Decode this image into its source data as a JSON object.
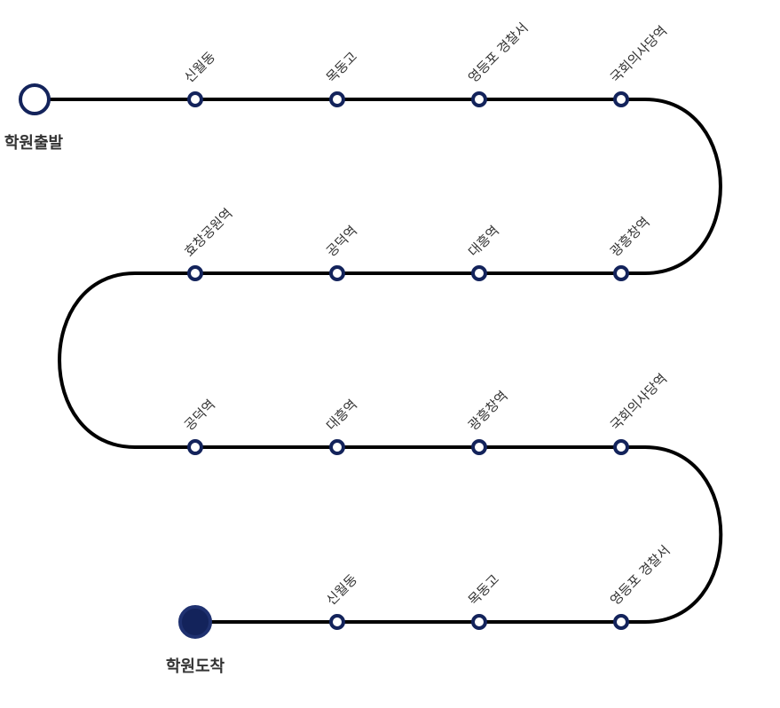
{
  "colors": {
    "line": "#000000",
    "marker_stroke": "#13235b",
    "marker_fill": "#ffffff",
    "arrival_fill": "#13235b",
    "text": "#333333"
  },
  "start": {
    "label": "학원출발",
    "marker": "hollow-circle"
  },
  "end": {
    "label": "학원도착",
    "marker": "filled-circle"
  },
  "rows": [
    {
      "direction": "left-to-right",
      "stops": [
        "신월동",
        "목동고",
        "영등포 경찰서",
        "국회의사당역"
      ]
    },
    {
      "direction": "right-to-left",
      "stops": [
        "광흥창역",
        "대흥역",
        "공덕역",
        "효창공원역"
      ]
    },
    {
      "direction": "left-to-right",
      "stops": [
        "공덕역",
        "대흥역",
        "광흥창역",
        "국회의사당역"
      ]
    },
    {
      "direction": "right-to-left",
      "stops": [
        "영등포 경찰서",
        "목동고",
        "신월동"
      ]
    }
  ]
}
